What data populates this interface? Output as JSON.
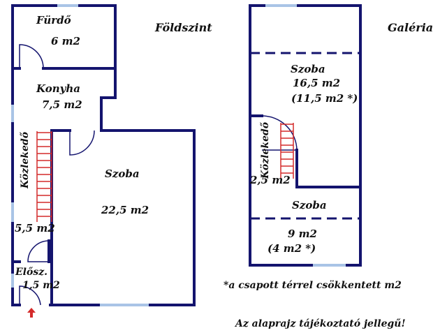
{
  "colors": {
    "wall": "#14146e",
    "window": "#a9c4e6",
    "stair": "#d42a2a",
    "door": "#14146e",
    "arrow": "#d42a2a"
  },
  "ground_floor": {
    "title": "Földszint",
    "rooms": {
      "bath": {
        "name": "Fürdő",
        "area": "6 m2"
      },
      "kitchen": {
        "name": "Konyha",
        "area": "7,5 m2"
      },
      "corridor": {
        "name": "Közlekedő",
        "area": "5,5 m2"
      },
      "room": {
        "name": "Szoba",
        "area": "22,5 m2"
      },
      "hall": {
        "name": "Elősz.",
        "area": "1,5 m2"
      }
    }
  },
  "gallery": {
    "title": "Galéria",
    "rooms": {
      "room_upper": {
        "name": "Szoba",
        "area": "16,5 m2",
        "reduced": "(11,5 m2 *)"
      },
      "corridor": {
        "name": "Közlekedő",
        "area": "2,5 m2"
      },
      "room_lower": {
        "name": "Szoba",
        "area": "9 m2",
        "reduced": "(4 m2 *)"
      }
    }
  },
  "notes": {
    "footnote": "*a csapott térrel csökkentett m2",
    "disclaimer": "Az alaprajz tájékoztató jellegű!"
  },
  "icons": {
    "entrance": "entrance-arrow-icon"
  }
}
